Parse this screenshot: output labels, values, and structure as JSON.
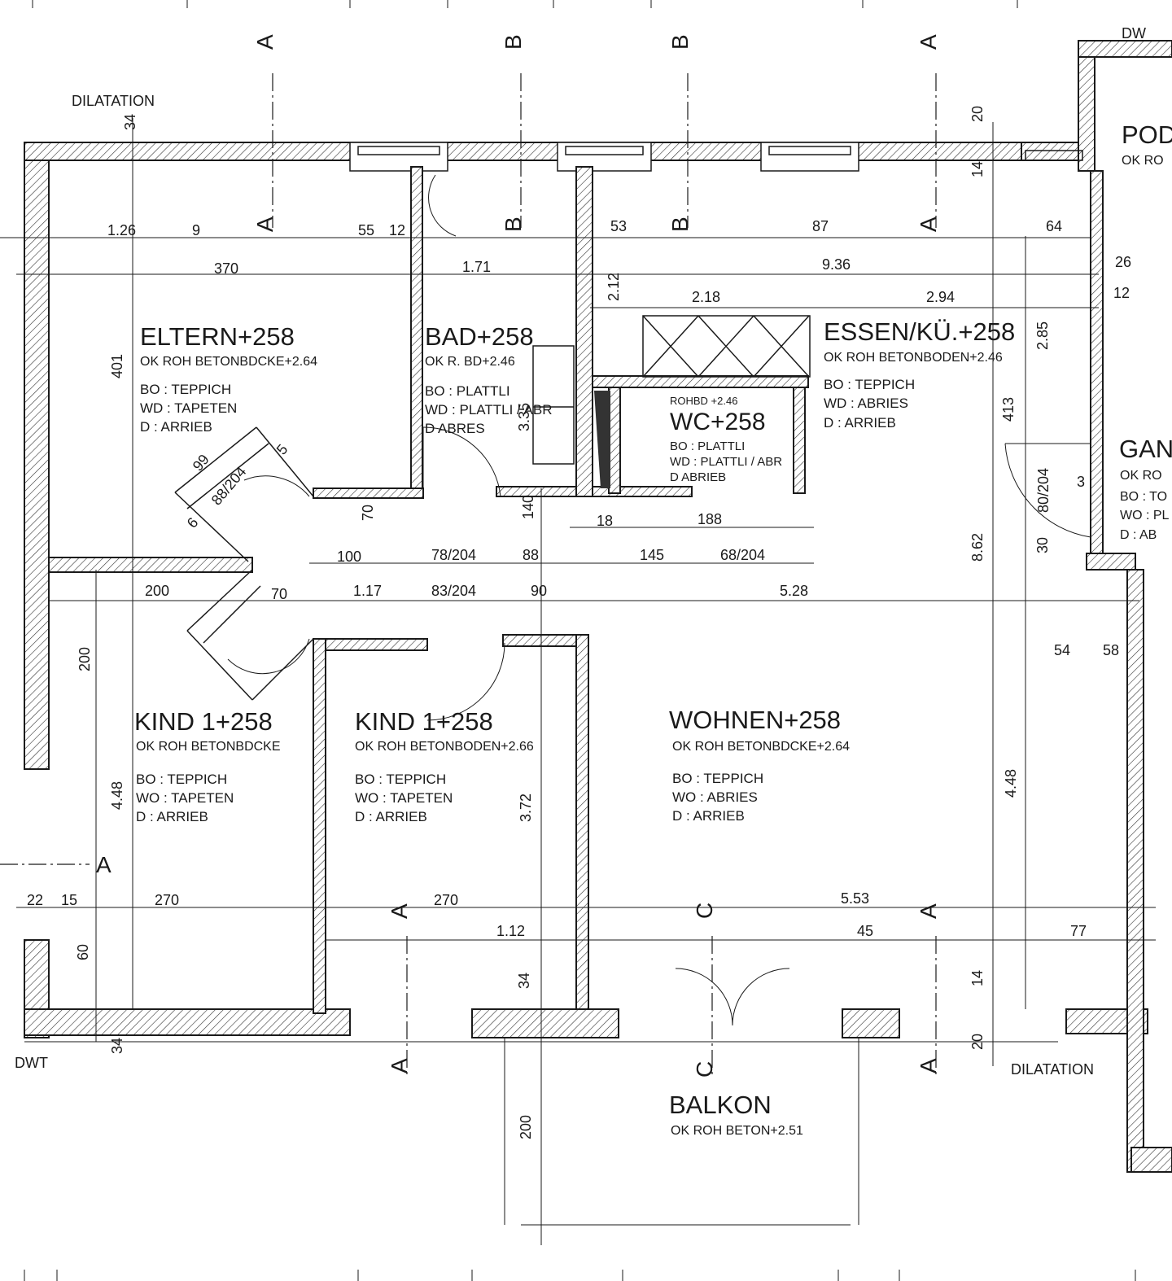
{
  "rooms": {
    "eltern": {
      "title": "ELTERN+258",
      "sub": "OK ROH BETONBDCKE+2.64",
      "bo": "BO : TEPPICH",
      "wo": "WD : TAPETEN",
      "d": "D    : ARRIEB"
    },
    "bad": {
      "title": "BAD+258",
      "sub": "OK R. BD+2.46",
      "bo": "BO : PLATTLI",
      "wo": "WD : PLATTLI / ABR",
      "d": "D  ABRES"
    },
    "essen": {
      "title": "ESSEN/KÜ.+258",
      "sub": "OK ROH BETONBODEN+2.46",
      "bo": "BO : TEPPICH",
      "wo": "WD : ABRIES",
      "d": "D    : ARRIEB"
    },
    "wc": {
      "title": "WC+258",
      "sub": "ROHBD +2.46",
      "bo": "BO : PLATTLI",
      "wo": "WD : PLATTLI / ABR",
      "d": "D    ABRIEB"
    },
    "kind1": {
      "title": "KIND 1+258",
      "sub": "OK ROH BETONBDCKE",
      "bo": "BO : TEPPICH",
      "wo": "WO : TAPETEN",
      "d": "D    : ARRIEB"
    },
    "kind2": {
      "title": "KIND 1+258",
      "sub": "OK ROH BETONBODEN+2.66",
      "bo": "BO : TEPPICH",
      "wo": "WO : TAPETEN",
      "d": "D    : ARRIEB"
    },
    "wohnen": {
      "title": "WOHNEN+258",
      "sub": "OK ROH BETONBDCKE+2.64",
      "bo": "BO : TEPPICH",
      "wo": "WO : ABRIES",
      "d": "D    : ARRIEB"
    },
    "balkon": {
      "title": "BALKON",
      "sub": "OK ROH BETON+2.51"
    },
    "pod": {
      "title": "POD",
      "sub": "OK RO"
    },
    "gan": {
      "title": "GAN",
      "sub": "OK RO",
      "bo": "BO : TO",
      "wo": "WO : PL",
      "d": "D    : AB"
    }
  },
  "notes": {
    "dilatation_top": "DILATATION",
    "dilatation_bottom": "DILATATION",
    "dwt": "DWT",
    "dw": "DW"
  },
  "section_marks": {
    "a": "A",
    "b": "B",
    "c": "C"
  },
  "dimensions": {
    "d34a": "34",
    "d370": "370",
    "d171": "1.71",
    "d936": "9.36",
    "d1265": "1.26",
    "d9a": "9",
    "d55": "55",
    "d125a": "12",
    "d53": "53",
    "d87": "87",
    "d64": "64",
    "d2185": "2.18",
    "d294": "2.94",
    "d285": "2.85",
    "d401": "401",
    "d4135": "413",
    "d862": "8.62",
    "d3804": "80/204",
    "d99": "99",
    "d88204": "88/204",
    "d6": "6",
    "d70": "70",
    "d100": "100",
    "d78204": "78/204",
    "d88": "88",
    "d1455": "145",
    "d68204": "68/204",
    "d188": "188",
    "d140": "140",
    "d335": "3.35",
    "d200": "200",
    "d117": "1.17",
    "d83204": "83/204",
    "d90": "90",
    "d5285": "5.28",
    "d2005": "200",
    "d4485a": "4.48",
    "d372": "3.72",
    "d4485b": "4.48",
    "d270a": "270",
    "d270b": "270",
    "d5535": "5.53",
    "d15": "15",
    "d22": "22",
    "d112": "1.12",
    "d45": "45",
    "d775": "77",
    "d60": "60",
    "d34b": "34",
    "d14": "14",
    "d20": "20",
    "d200b": "200",
    "d30": "30",
    "d54": "54",
    "d58": "58",
    "d3": "3",
    "d12": "12",
    "d26": "26",
    "d20top": "20",
    "d14top": "14",
    "d212": "2.12",
    "d18": "18",
    "d5": "5"
  }
}
